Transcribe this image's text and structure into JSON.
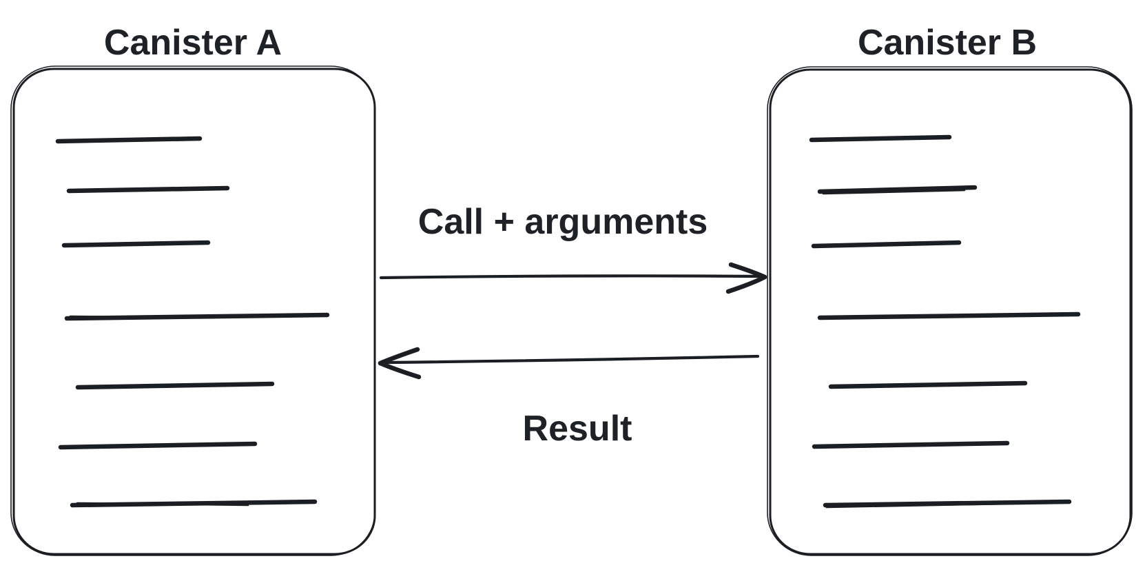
{
  "diagram": {
    "nodes": [
      {
        "id": "canister-a",
        "label": "Canister A",
        "placeholder_line_count": 7
      },
      {
        "id": "canister-b",
        "label": "Canister B",
        "placeholder_line_count": 7
      }
    ],
    "edges": [
      {
        "id": "call",
        "from": "canister-a",
        "to": "canister-b",
        "direction": "right",
        "label": "Call + arguments"
      },
      {
        "id": "result",
        "from": "canister-b",
        "to": "canister-a",
        "direction": "left",
        "label": "Result"
      }
    ],
    "colors": {
      "stroke": "#1b1e22",
      "text": "#1e2126",
      "background": "#ffffff"
    }
  }
}
